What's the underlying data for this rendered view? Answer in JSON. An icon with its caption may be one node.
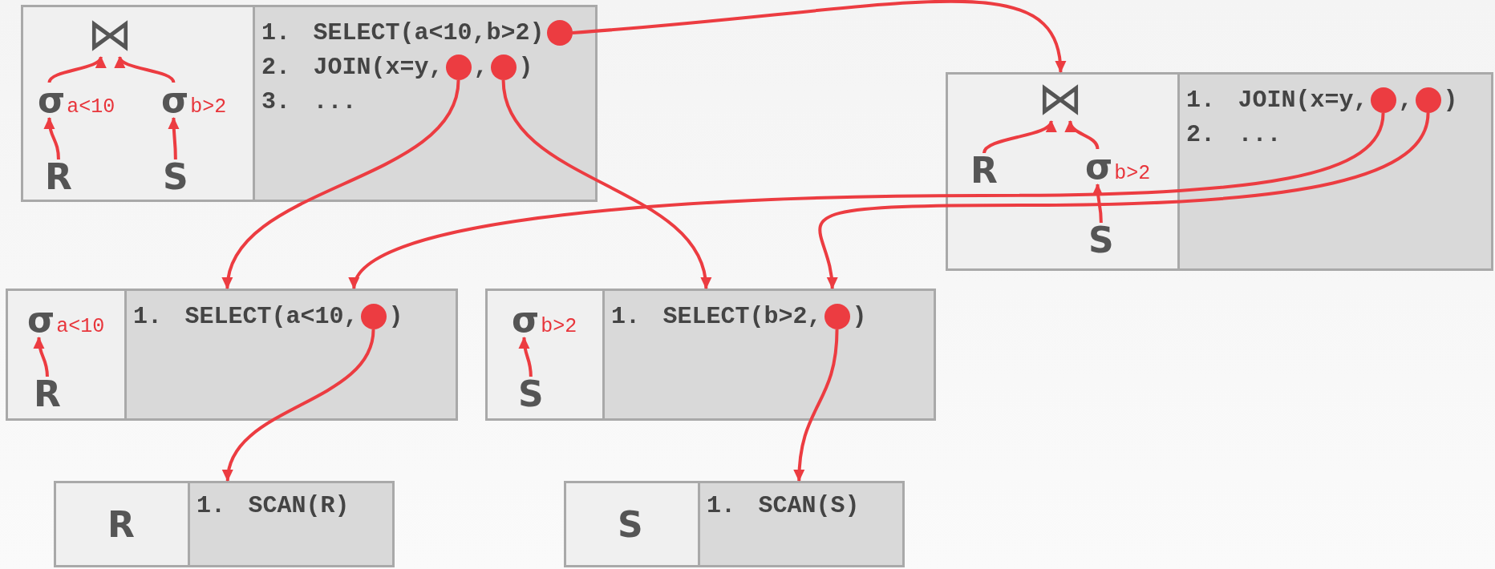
{
  "diagram": {
    "nodes": [
      {
        "text": [],
        "shape": "box"
      },
      {
        "text": [],
        "shape": "box",
        "in": 0
      },
      {
        "text": [
          "⋈"
        ],
        "in": 1
      },
      {
        "text": [
          "σ$_{a<10}$"
        ],
        "in": 1
      },
      {
        "text": [
          "σ$_{b>2}$"
        ],
        "in": 1
      },
      {
        "text": [
          "R"
        ],
        "in": 1
      },
      {
        "text": [
          "S"
        ],
        "in": 1
      },
      {
        "text": [],
        "shape": "box",
        "in": 0
      },
      {
        "text": [
          "1. SELECT(a<10,b>2)"
        ],
        "in": 7
      },
      {
        "text": [],
        "shape": "circle",
        "in": 8
      },
      {
        "text": [
          "2. JOIN(x=y,",
          ",",
          ")"
        ],
        "in": 7
      },
      {
        "text": [],
        "shape": "circle",
        "in": 10
      },
      {
        "text": [],
        "shape": "circle",
        "in": 10
      },
      {
        "text": [
          "3. ..."
        ],
        "in": 7
      },
      {
        "text": [],
        "shape": "box"
      },
      {
        "text": [],
        "shape": "box",
        "in": 14
      },
      {
        "text": [
          "⋈"
        ],
        "in": 15
      },
      {
        "text": [
          "R"
        ],
        "in": 15
      },
      {
        "text": [
          "σ$_{b>2}$"
        ],
        "in": 15
      },
      {
        "text": [
          "S"
        ],
        "in": 15
      },
      {
        "text": [],
        "shape": "box",
        "in": 14
      },
      {
        "text": [
          "1. JOIN(x=y,",
          ",",
          ")"
        ],
        "in": 20
      },
      {
        "text": [],
        "shape": "circle",
        "in": 21
      },
      {
        "text": [],
        "shape": "circle",
        "in": 21
      },
      {
        "text": [
          "2. ..."
        ],
        "in": 20
      },
      {
        "text": [],
        "shape": "box"
      },
      {
        "text": [],
        "shape": "box",
        "in": 25
      },
      {
        "text": [
          "σ$_{a<10}$"
        ],
        "in": 26
      },
      {
        "text": [
          "R"
        ],
        "in": 26
      },
      {
        "text": [],
        "shape": "box",
        "in": 25
      },
      {
        "text": [
          "1. SELECT(a<10,",
          ")"
        ],
        "in": 29
      },
      {
        "text": [],
        "shape": "circle",
        "in": 30
      },
      {
        "text": [],
        "shape": "box"
      },
      {
        "text": [],
        "shape": "box",
        "in": 32
      },
      {
        "text": [
          "σ$_{b>2}$"
        ],
        "in": 33
      },
      {
        "text": [
          "S"
        ],
        "in": 33
      },
      {
        "text": [],
        "shape": "box",
        "in": 32
      },
      {
        "text": [
          "1. SELECT(b>2,",
          ")"
        ],
        "in": 36
      },
      {
        "text": [],
        "shape": "circle",
        "in": 37
      },
      {
        "text": [],
        "shape": "box"
      },
      {
        "text": [],
        "shape": "box",
        "in": 39
      },
      {
        "text": [
          "R"
        ],
        "in": 40
      },
      {
        "text": [],
        "shape": "box",
        "in": 39
      },
      {
        "text": [
          "1. SCAN(R)"
        ],
        "in": 42
      },
      {
        "text": [],
        "shape": "box"
      },
      {
        "text": [],
        "shape": "box",
        "in": 44
      },
      {
        "text": [
          "S"
        ],
        "in": 45
      },
      {
        "text": [],
        "shape": "box",
        "in": 44
      },
      {
        "text": [
          "1. SCAN(S)"
        ],
        "in": 47
      }
    ],
    "edges": [
      {
        "from": 3,
        "to": 2,
        "arrow": "to"
      },
      {
        "from": 4,
        "to": 2,
        "arrow": "to"
      },
      {
        "from": 5,
        "to": 3,
        "arrow": "to"
      },
      {
        "from": 6,
        "to": 4,
        "arrow": "to"
      },
      {
        "from": 17,
        "to": 16,
        "arrow": "to"
      },
      {
        "from": 18,
        "to": 16,
        "arrow": "to"
      },
      {
        "from": 19,
        "to": 18,
        "arrow": "to"
      },
      {
        "from": 28,
        "to": 27,
        "arrow": "to"
      },
      {
        "from": 35,
        "to": 34,
        "arrow": "to"
      },
      {
        "from": 9,
        "to": 14,
        "arrow": "to"
      },
      {
        "from": 11,
        "to": 25,
        "arrow": "to"
      },
      {
        "from": 12,
        "to": 32,
        "arrow": "to"
      },
      {
        "from": 22,
        "to": 25,
        "arrow": "to"
      },
      {
        "from": 23,
        "to": 32,
        "arrow": "to"
      },
      {
        "from": 31,
        "to": 39,
        "arrow": "to"
      },
      {
        "from": 38,
        "to": 44,
        "arrow": "to"
      }
    ]
  }
}
